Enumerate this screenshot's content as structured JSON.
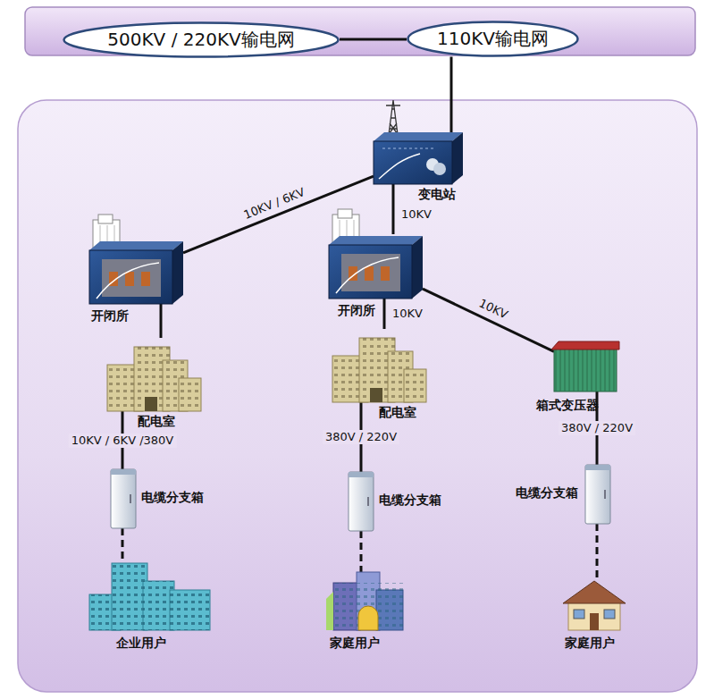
{
  "diagram": {
    "nodes": [
      {
        "text": [
          "500KV / 220KV输电网"
        ]
      },
      {
        "text": [
          "110KV输电网"
        ]
      },
      {
        "text": [
          "变电站"
        ]
      },
      {
        "text": [
          "开闭所"
        ]
      },
      {
        "text": [
          "开闭所"
        ]
      },
      {
        "text": [
          "配电室"
        ]
      },
      {
        "text": [
          "配电室"
        ]
      },
      {
        "text": [
          "箱式变压器"
        ]
      },
      {
        "text": [
          "电缆分支箱"
        ]
      },
      {
        "text": [
          "电缆分支箱"
        ]
      },
      {
        "text": [
          "电缆分支箱"
        ]
      },
      {
        "text": [
          "企业用户"
        ]
      },
      {
        "text": [
          "家庭用户"
        ]
      },
      {
        "text": [
          "家庭用户"
        ]
      }
    ],
    "edges": [
      {
        "from": 0,
        "to": 1,
        "arrow": "none"
      },
      {
        "from": 1,
        "to": 2,
        "arrow": "none"
      },
      {
        "from": 2,
        "to": 3,
        "label": "10KV / 6KV",
        "arrow": "none"
      },
      {
        "from": 2,
        "to": 4,
        "label": "10KV",
        "arrow": "none"
      },
      {
        "from": 3,
        "to": 5,
        "arrow": "none"
      },
      {
        "from": 4,
        "to": 6,
        "label": "10KV",
        "arrow": "none"
      },
      {
        "from": 4,
        "to": 7,
        "label": "10KV",
        "arrow": "none"
      },
      {
        "from": 5,
        "to": 8,
        "label": "10KV / 6KV /380V",
        "arrow": "none"
      },
      {
        "from": 6,
        "to": 9,
        "label": "380V / 220V",
        "arrow": "none"
      },
      {
        "from": 7,
        "to": 10,
        "label": "380V / 220V",
        "arrow": "none"
      },
      {
        "from": 8,
        "to": 11,
        "arrow": "none"
      },
      {
        "from": 9,
        "to": 12,
        "arrow": "none"
      },
      {
        "from": 10,
        "to": 13,
        "arrow": "none"
      }
    ]
  }
}
